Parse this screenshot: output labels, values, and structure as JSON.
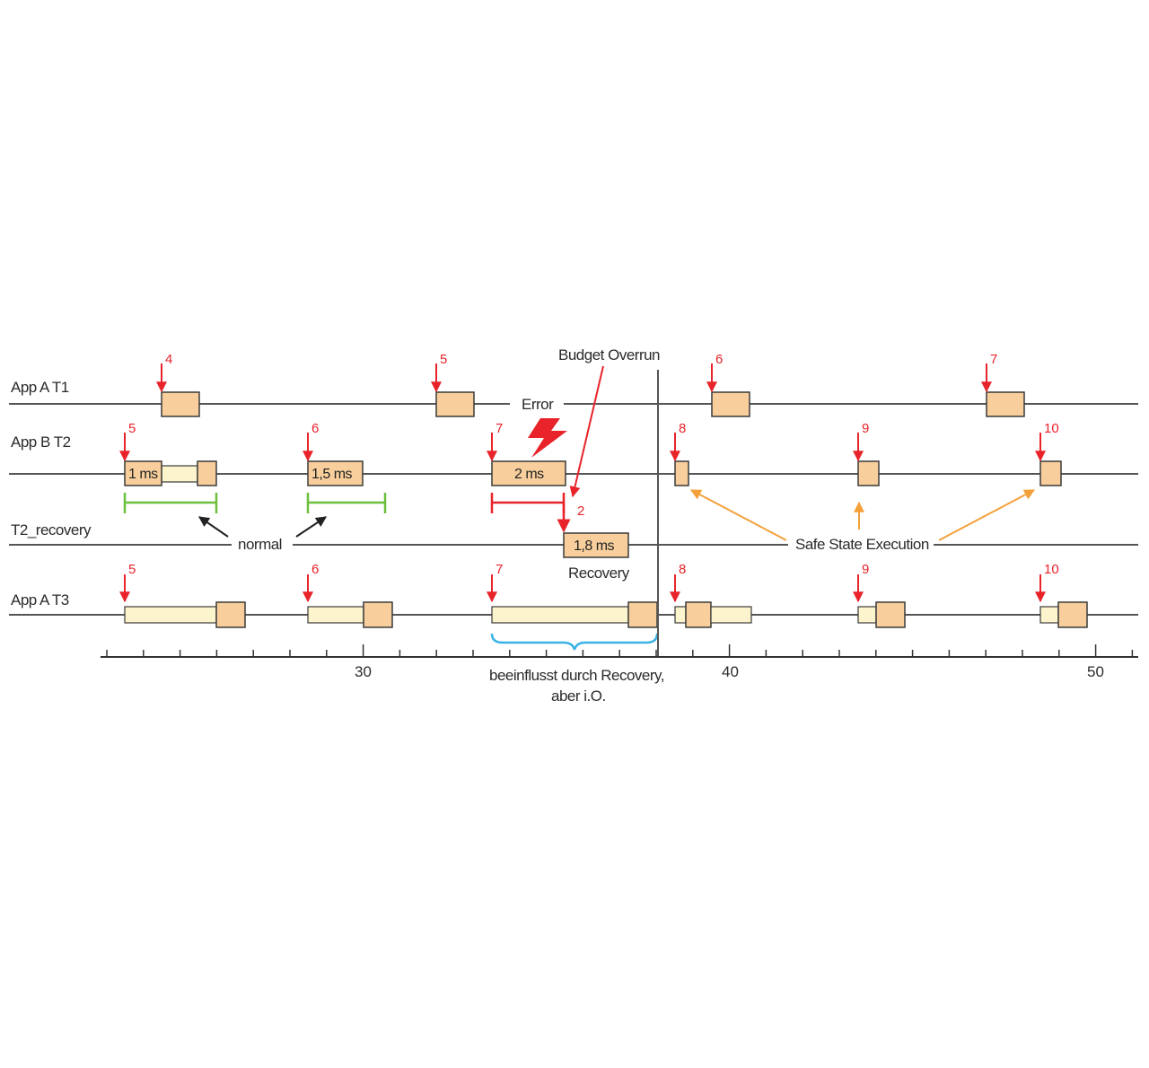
{
  "lanes": {
    "t1": "App A T1",
    "t2": "App B T2",
    "rec": "T2_recovery",
    "t3": "App A T3"
  },
  "activations": {
    "t1": [
      "4",
      "5",
      "6",
      "7"
    ],
    "t2": [
      "5",
      "6",
      "7",
      "8",
      "9",
      "10"
    ],
    "t3": [
      "5",
      "6",
      "7",
      "8",
      "9",
      "10"
    ],
    "rec": "2"
  },
  "boxes": {
    "t2_a": "1 ms",
    "t2_b": "1,5 ms",
    "t2_c": "2 ms",
    "rec": "1,8 ms"
  },
  "annotations": {
    "budget_overrun": "Budget Overrun",
    "error": "Error",
    "normal": "normal",
    "recovery": "Recovery",
    "safe_state": "Safe State Execution",
    "influenced_line1": "beeinflusst durch Recovery,",
    "influenced_line2": "aber i.O."
  },
  "axis": {
    "labels": [
      "30",
      "40",
      "50"
    ]
  },
  "colors": {
    "box_fill": "#f8cf9c",
    "bar_fill": "#fcf4cc",
    "activation_arrow": "#e8232a",
    "normal_bracket": "#6cbf3c",
    "overrun_bracket": "#e8232a",
    "safe_state_arrow": "#f4a03a",
    "influence_brace": "#3ab2e6",
    "lane_line": "#555555"
  }
}
